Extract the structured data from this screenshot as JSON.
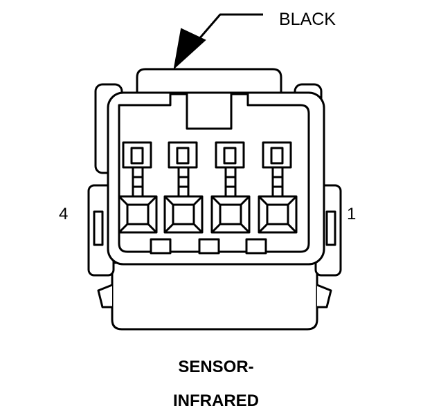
{
  "connector": {
    "color_label": "BLACK",
    "pin_left_label": "4",
    "pin_right_label": "1",
    "title_line1": "SENSOR-",
    "title_line2": "INFRARED"
  },
  "terminals": [
    {
      "position": 4
    },
    {
      "position": 3
    },
    {
      "position": 2
    },
    {
      "position": 1
    }
  ],
  "colors": {
    "line": "#000000",
    "background": "#ffffff"
  }
}
